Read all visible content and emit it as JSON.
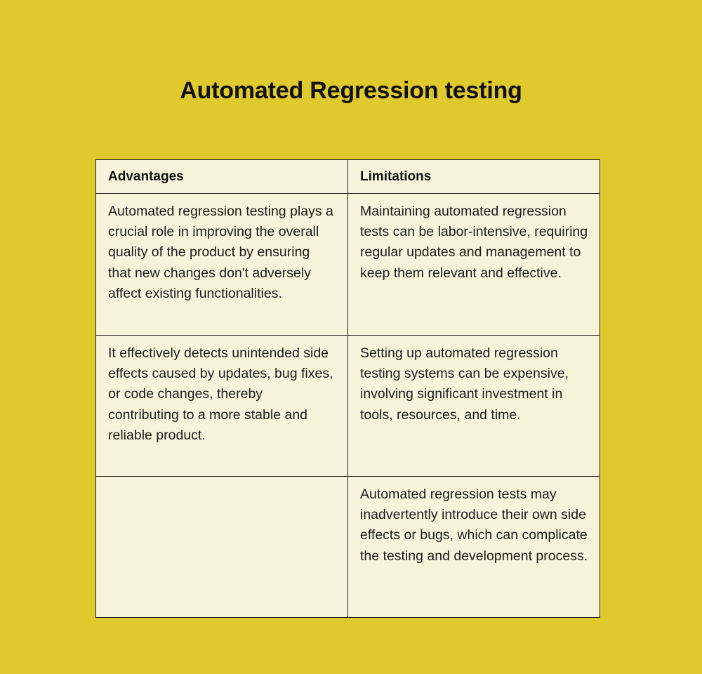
{
  "page": {
    "title": "Automated Regression testing",
    "background_color": "#e0c92c",
    "cell_background_color": "#f8f4dc",
    "border_color": "#1d1d1d",
    "text_color": "#1b1b1b"
  },
  "table": {
    "headers": {
      "advantages": "Advantages",
      "limitations": "Limitations"
    },
    "rows": [
      {
        "advantage": "Automated regression testing plays a crucial role in improving the overall quality of the product by ensuring that new changes don't adversely affect existing functionalities.",
        "limitation": "Maintaining automated regression tests can be labor-intensive, requiring regular updates and management to keep them relevant and effective."
      },
      {
        "advantage": "It effectively detects unintended side effects caused by updates, bug fixes, or code changes, thereby contributing to a more stable and reliable product.",
        "limitation": "Setting up automated regression testing systems can be expensive, involving significant investment in tools, resources, and time."
      },
      {
        "advantage": "",
        "limitation": "Automated regression tests may inadvertently introduce their own side effects or bugs, which can complicate the testing and development process."
      }
    ]
  }
}
